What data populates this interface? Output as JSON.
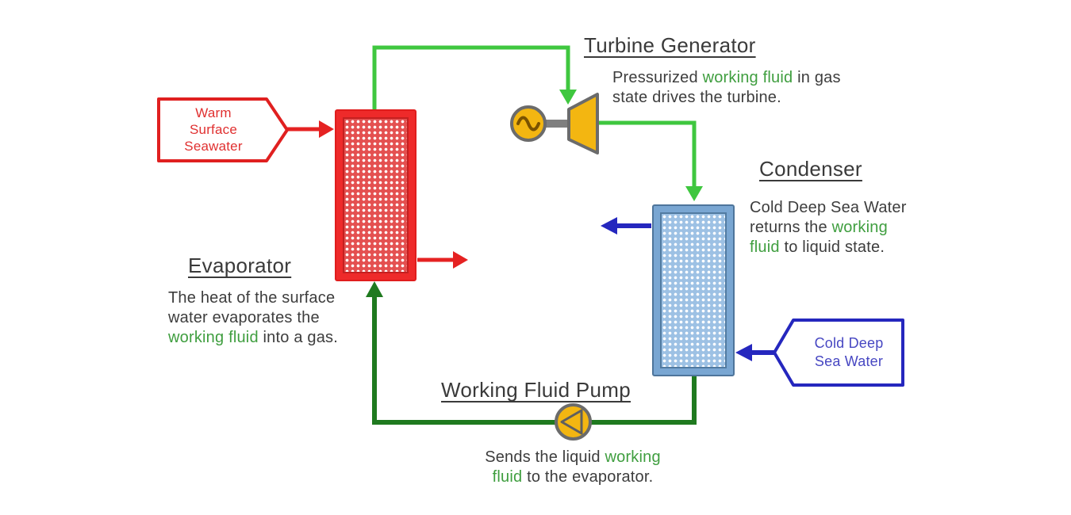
{
  "diagram_subject": "Ocean thermal energy conversion closed cycle",
  "colors": {
    "gas_line_green": "#3fc73f",
    "liquid_line_dark_green": "#1f7a1f",
    "warm_water_red": "#e52222",
    "cold_water_blue": "#2527be",
    "machinery_yellow": "#f3b611",
    "machinery_gray": "#6b6b6b",
    "text_dark": "#3d3d3d",
    "text_green": "#3f9e3f",
    "evaporator_red": "#ee2a2a",
    "condenser_blue": "#79a6d2"
  },
  "turbine": {
    "title": "Turbine Generator",
    "line1_pre": "Pressurized",
    "line1_green": "working fluid",
    "line1_post": "in gas",
    "line2": "state drives the turbine."
  },
  "condenser": {
    "title": "Condenser",
    "line1": "Cold Deep Sea Water",
    "line2_pre": "returns the",
    "line2_green": "working",
    "line3_green": "fluid",
    "line3_post": "to liquid state."
  },
  "evaporator": {
    "title": "Evaporator",
    "line1": "The heat of the surface",
    "line2": "water evaporates the",
    "line3_green": "working fluid",
    "line3_post": "into a gas."
  },
  "pump": {
    "title": "Working Fluid Pump",
    "line1_pre": "Sends the liquid",
    "line1_green": "working",
    "line2_green": "fluid",
    "line2_post": "to the evaporator."
  },
  "banners": {
    "warm": {
      "line1": "Warm",
      "line2": "Surface",
      "line3": "Seawater"
    },
    "cold": {
      "line1": "Cold Deep",
      "line2": "Sea Water"
    }
  }
}
